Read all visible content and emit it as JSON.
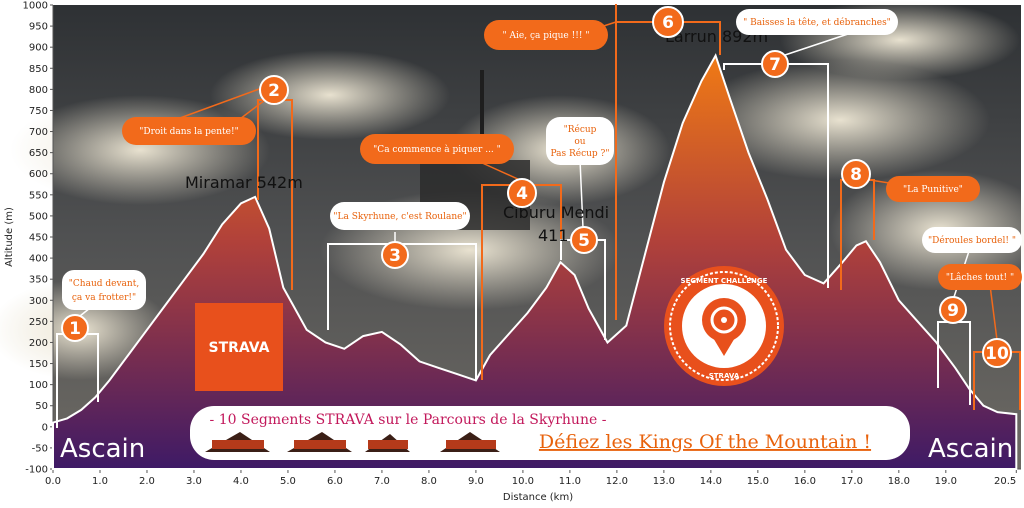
{
  "chart_data": {
    "type": "area",
    "xlabel": "Distance  (km)",
    "ylabel": "Altitude (m)",
    "xlim": [
      0,
      20.6
    ],
    "ylim": [
      -100,
      1000
    ],
    "x_ticks": [
      "0.0",
      "1.0",
      "2.0",
      "3.0",
      "4.0",
      "5.0",
      "6.0",
      "7.0",
      "8.0",
      "9.0",
      "10.0",
      "11.0",
      "12.0",
      "13.0",
      "14.0",
      "15.0",
      "16.0",
      "17.0",
      "18.0",
      "19.0",
      "20.5"
    ],
    "y_ticks": [
      "1000",
      "950",
      "900",
      "850",
      "800",
      "750",
      "700",
      "650",
      "600",
      "550",
      "500",
      "450",
      "400",
      "350",
      "300",
      "250",
      "200",
      "150",
      "100",
      "50",
      "0",
      "-50",
      "-100"
    ],
    "series": [
      {
        "x": [
          0.0,
          0.3,
          0.6,
          0.9,
          1.2,
          1.6,
          2.0,
          2.4,
          2.8,
          3.2,
          3.6,
          4.0,
          4.3,
          4.6,
          4.9,
          5.1,
          5.4,
          5.8,
          6.2,
          6.6,
          7.0,
          7.4,
          7.8,
          8.2,
          8.6,
          9.0,
          9.3,
          9.7,
          10.1,
          10.5,
          10.8,
          11.1,
          11.4,
          11.8,
          12.2,
          12.6,
          13.0,
          13.4,
          13.8,
          14.1,
          14.4,
          14.8,
          15.2,
          15.6,
          16.0,
          16.4,
          16.8,
          17.1,
          17.3,
          17.6,
          18.0,
          18.4,
          18.8,
          19.2,
          19.5,
          19.8,
          20.1,
          20.5
        ],
        "y": [
          10,
          20,
          40,
          70,
          110,
          170,
          230,
          290,
          350,
          410,
          480,
          530,
          545,
          470,
          330,
          290,
          230,
          200,
          185,
          215,
          225,
          195,
          155,
          140,
          125,
          110,
          170,
          220,
          270,
          330,
          390,
          360,
          280,
          200,
          240,
          410,
          580,
          720,
          820,
          880,
          780,
          650,
          540,
          420,
          360,
          340,
          390,
          430,
          440,
          390,
          300,
          250,
          200,
          140,
          90,
          50,
          35,
          30
        ]
      }
    ],
    "peak_labels": [
      {
        "name": "Miramar 542m",
        "x": 4.3,
        "y": 545
      },
      {
        "name": "Ciburu Mendi",
        "x": 10.8,
        "y": 390
      },
      {
        "name": "411",
        "x": 10.8,
        "y": 390
      },
      {
        "name": "Larrun 892m",
        "x": 14.1,
        "y": 880
      }
    ],
    "start_label": "Ascain",
    "end_label": "Ascain",
    "segments": [
      {
        "number": "1",
        "quote": "\"Chaud devant,\nça va frotter!\""
      },
      {
        "number": "2",
        "quote": "\"Droit dans la pente!\""
      },
      {
        "number": "3",
        "quote": "\"La Skyrhune, c'est Roulane\""
      },
      {
        "number": "4",
        "quote": "\"Ca commence à piquer ... \""
      },
      {
        "number": "5",
        "quote": "\"Récup\nou\nPas Récup ?\""
      },
      {
        "number": "6",
        "quote": "\" Aie, ça pique !!! \""
      },
      {
        "number": "7",
        "quote": "\" Baisses la tête, et débranches\""
      },
      {
        "number": "8",
        "quote": "\"La Punitive\""
      },
      {
        "number": "9",
        "quote": "\"Déroules bordel! \""
      },
      {
        "number": "10",
        "quote": "\"Lâches tout! \""
      }
    ],
    "banner": {
      "title": "- 10 Segments STRAVA sur le Parcours de la Skyrhune -",
      "cta": "Défiez les Kings Of the Mountain !"
    },
    "logo": "STRAVA",
    "badge": {
      "top": "SEGMENT CHALLENGE",
      "bottom": "STRAVA"
    },
    "colors": {
      "profile_top": "#e8620c",
      "profile_bottom": "#4a1b6e",
      "callout_orange": "#f26a1b",
      "sky_dark": "#3a3d40",
      "cloud": "#e6dfcc"
    }
  }
}
